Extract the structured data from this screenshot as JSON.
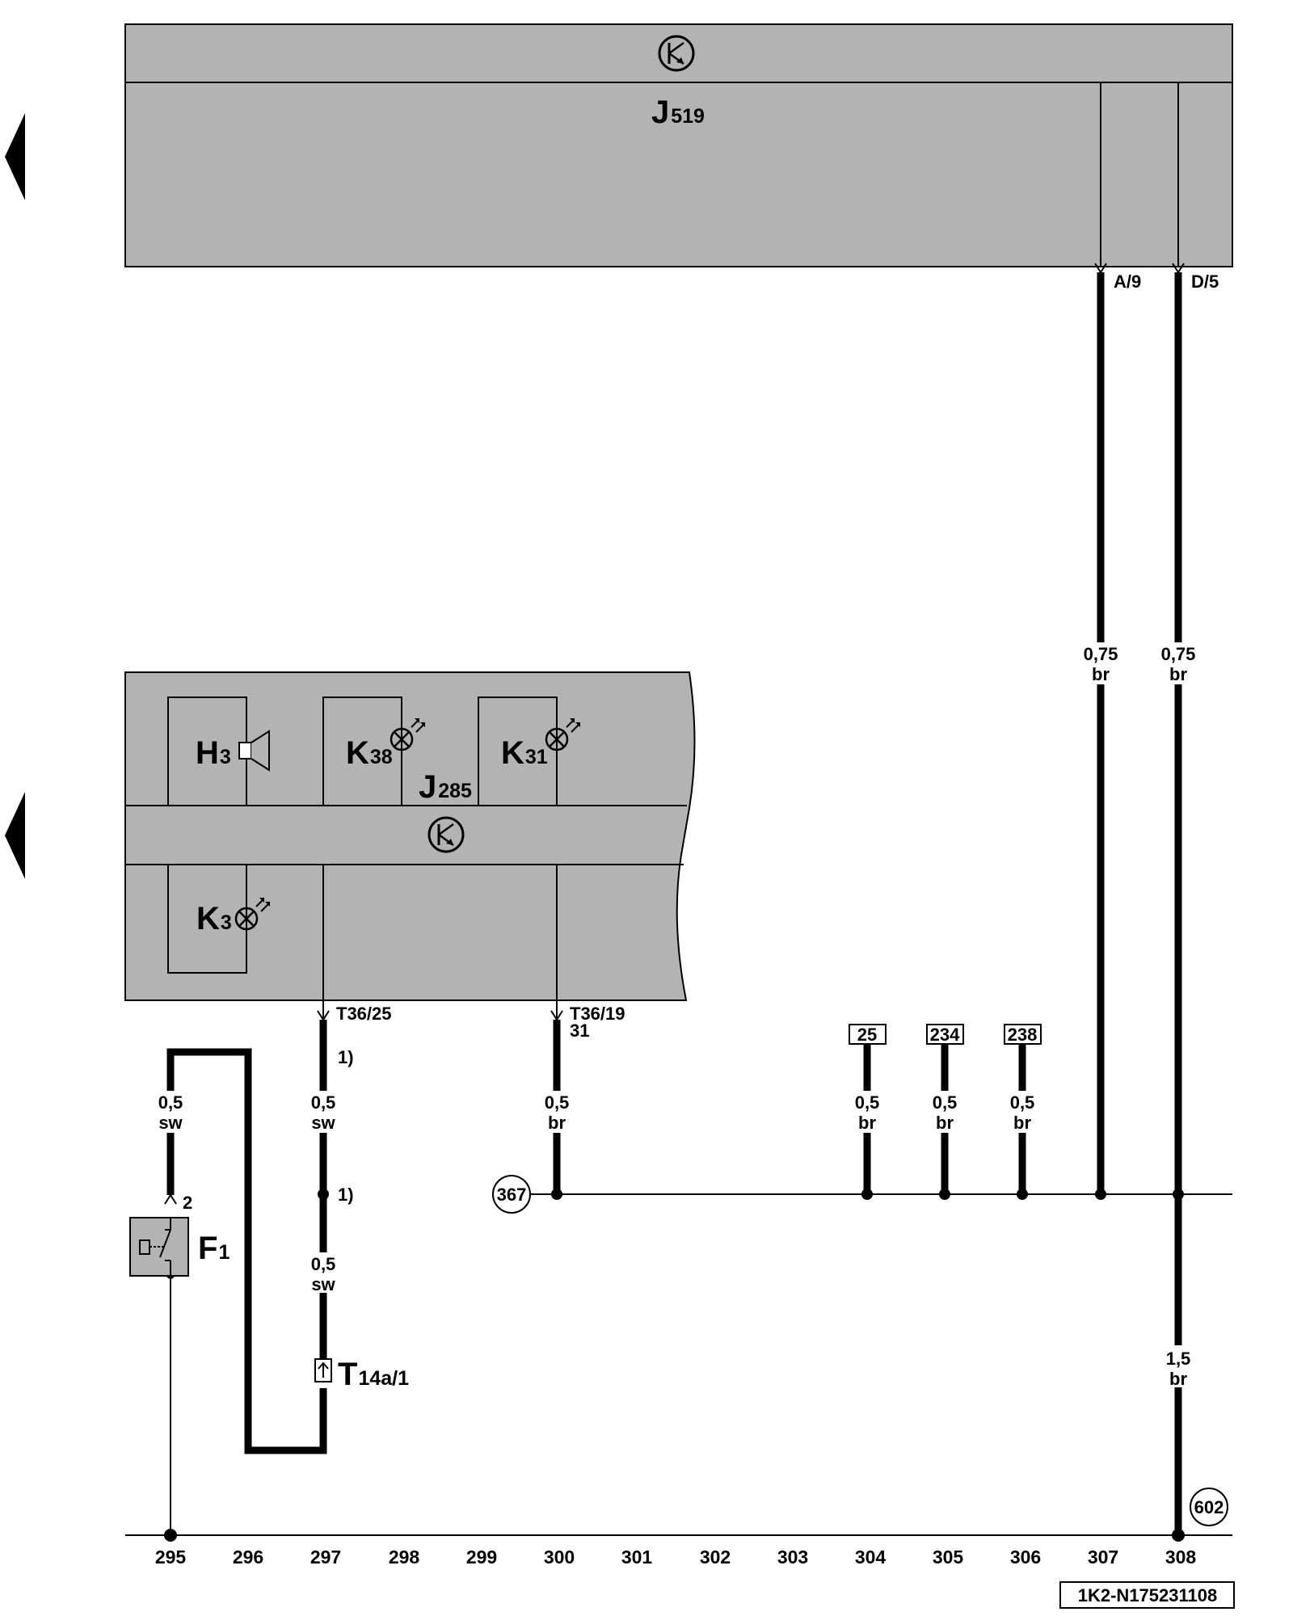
{
  "j519": {
    "name": "J",
    "sub": "519",
    "pin_a": "A/9",
    "pin_d": "D/5"
  },
  "j285": {
    "name": "J",
    "sub": "285",
    "pin_25": "T36/25",
    "pin_19": "T36/19",
    "pin_19_line2": "31"
  },
  "components": {
    "h3": {
      "name": "H",
      "sub": "3"
    },
    "k38": {
      "name": "K",
      "sub": "38"
    },
    "k31": {
      "name": "K",
      "sub": "31"
    },
    "k3": {
      "name": "K",
      "sub": "3"
    },
    "f1": {
      "name": "F",
      "sub": "1",
      "pin": "2"
    },
    "t14a": {
      "name": "T",
      "sub": "14a/1"
    }
  },
  "wires": {
    "w307": {
      "size": "0,75",
      "color": "br"
    },
    "w308a": {
      "size": "0,75",
      "color": "br"
    },
    "w308b": {
      "size": "1,5",
      "color": "br"
    },
    "w295": {
      "size": "0,5",
      "color": "sw"
    },
    "w297a": {
      "size": "0,5",
      "color": "sw"
    },
    "w297b": {
      "size": "0,5",
      "color": "sw"
    },
    "w300": {
      "size": "0,5",
      "color": "br"
    },
    "w304": {
      "size": "0,5",
      "color": "br"
    },
    "w305": {
      "size": "0,5",
      "color": "br"
    },
    "w306": {
      "size": "0,5",
      "color": "br"
    }
  },
  "footnote_a": "1)",
  "footnote_b": "1)",
  "references": {
    "r25": "25",
    "r234": "234",
    "r238": "238"
  },
  "ground_points": {
    "g367": "367",
    "g602": "602"
  },
  "grid_numbers": [
    "295",
    "296",
    "297",
    "298",
    "299",
    "300",
    "301",
    "302",
    "303",
    "304",
    "305",
    "306",
    "307",
    "308"
  ],
  "doc_id": "1K2-N175231108",
  "colors": {
    "unit_fill": "#b3b3b3",
    "line": "#000000",
    "background": "#ffffff"
  }
}
